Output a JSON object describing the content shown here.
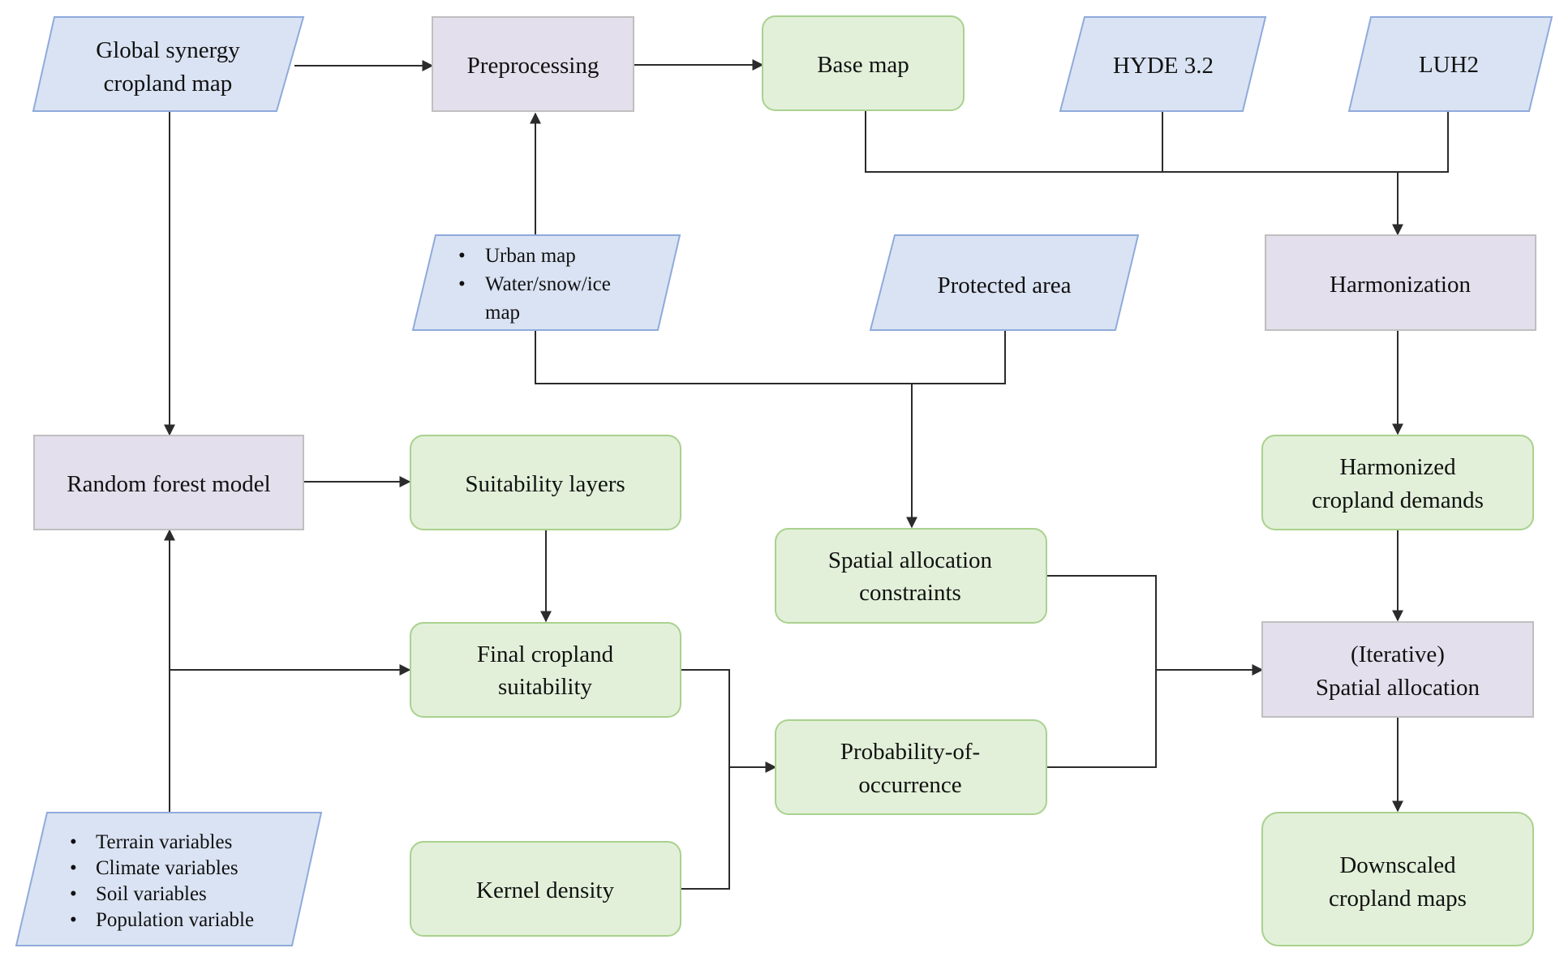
{
  "nodes": {
    "global_synergy": {
      "lines": [
        "Global synergy",
        "cropland map"
      ]
    },
    "preprocessing": {
      "lines": [
        "Preprocessing"
      ]
    },
    "base_map": {
      "lines": [
        "Base map"
      ]
    },
    "hyde": {
      "lines": [
        "HYDE 3.2"
      ]
    },
    "luh2": {
      "lines": [
        "LUH2"
      ]
    },
    "urban_map": {
      "items": [
        "Urban map",
        "Water/snow/ice",
        "map"
      ]
    },
    "protected_area": {
      "lines": [
        "Protected area"
      ]
    },
    "harmonization": {
      "lines": [
        "Harmonization"
      ]
    },
    "random_forest": {
      "lines": [
        "Random forest model"
      ]
    },
    "suitability_layers": {
      "lines": [
        "Suitability layers"
      ]
    },
    "spatial_constraints": {
      "lines": [
        "Spatial allocation",
        "constraints"
      ]
    },
    "harmonized_demands": {
      "lines": [
        "Harmonized",
        "cropland demands"
      ]
    },
    "final_suitability": {
      "lines": [
        "Final cropland",
        "suitability"
      ]
    },
    "iterative_allocation": {
      "lines": [
        "(Iterative)",
        "Spatial allocation"
      ]
    },
    "probability": {
      "lines": [
        "Probability-of-",
        "occurrence"
      ]
    },
    "kernel_density": {
      "lines": [
        "Kernel density"
      ]
    },
    "downscaled": {
      "lines": [
        "Downscaled",
        "cropland maps"
      ]
    },
    "variables": {
      "items": [
        "Terrain variables",
        "Climate variables",
        "Soil variables",
        "Population variable"
      ]
    }
  },
  "colors": {
    "input_fill": "#dae3f3",
    "input_stroke": "#8faadc",
    "process_fill": "#e4dfec",
    "process_stroke": "#bfbfbf",
    "output_fill": "#e2f0d9",
    "output_stroke": "#a9d18e",
    "edge": "#2b2b2b"
  }
}
